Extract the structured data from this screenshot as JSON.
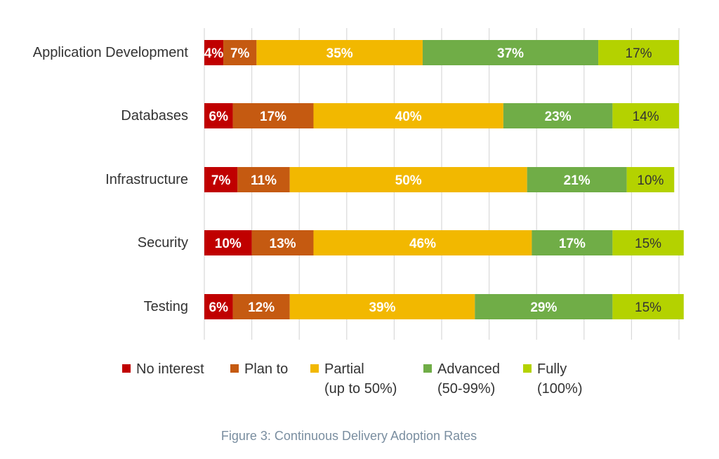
{
  "chart_data": {
    "type": "bar",
    "orientation": "horizontal",
    "stacked": true,
    "categories": [
      "Application Development",
      "Databases",
      "Infrastructure",
      "Security",
      "Testing"
    ],
    "series": [
      {
        "name": "No interest",
        "color": "#c00000",
        "values": [
          4,
          6,
          7,
          10,
          6
        ],
        "labels": [
          "4%",
          "6%",
          "7%",
          "10%",
          "6%"
        ]
      },
      {
        "name": "Plan to",
        "color": "#c55a11",
        "values": [
          7,
          17,
          11,
          13,
          12
        ],
        "labels": [
          "7%",
          "17%",
          "11%",
          "13%",
          "12%"
        ]
      },
      {
        "name": "Partial (up to 50%)",
        "color": "#f2b800",
        "values": [
          35,
          40,
          50,
          46,
          39
        ],
        "labels": [
          "35%",
          "40%",
          "50%",
          "46%",
          "39%"
        ]
      },
      {
        "name": "Advanced (50-99%)",
        "color": "#70ad47",
        "values": [
          37,
          23,
          21,
          17,
          29
        ],
        "labels": [
          "37%",
          "23%",
          "21%",
          "17%",
          "29%"
        ]
      },
      {
        "name": "Fully (100%)",
        "color": "#b4d200",
        "values": [
          17,
          14,
          10,
          15,
          15
        ],
        "labels": [
          "17%",
          "14%",
          "10%",
          "15%",
          "15%"
        ]
      }
    ],
    "xlim": [
      0,
      100
    ],
    "grid": true,
    "legend_position": "bottom"
  },
  "legend": [
    {
      "line1": "No interest",
      "line2": "",
      "color": "#c00000"
    },
    {
      "line1": "Plan to",
      "line2": "",
      "color": "#c55a11"
    },
    {
      "line1": "Partial",
      "line2": "(up to 50%)",
      "color": "#f2b800"
    },
    {
      "line1": "Advanced",
      "line2": "(50-99%)",
      "color": "#70ad47"
    },
    {
      "line1": "Fully",
      "line2": "(100%)",
      "color": "#b4d200"
    }
  ],
  "caption": "Figure 3: Continuous Delivery Adoption Rates"
}
